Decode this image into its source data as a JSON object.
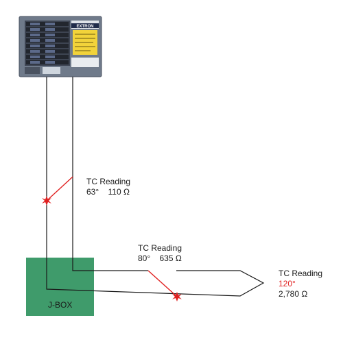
{
  "diagram": {
    "device": {
      "name": "extron-chassis",
      "brand_text": "EXTRON",
      "slot_count": 8
    },
    "junction_box": {
      "label": "J-BOX",
      "color": "#3f9b6b"
    },
    "readings": [
      {
        "title": "TC Reading",
        "temp": "63°",
        "resistance": "110 Ω"
      },
      {
        "title": "TC Reading",
        "temp": "80°",
        "resistance": "635 Ω"
      },
      {
        "title": "TC Reading",
        "temp": "120°",
        "resistance": "2,780 Ω",
        "temp_color": "#e02020"
      }
    ],
    "colors": {
      "wire": "#1a1a1a",
      "fault_wire": "#e02020",
      "fault_marker": "#e02020"
    }
  }
}
